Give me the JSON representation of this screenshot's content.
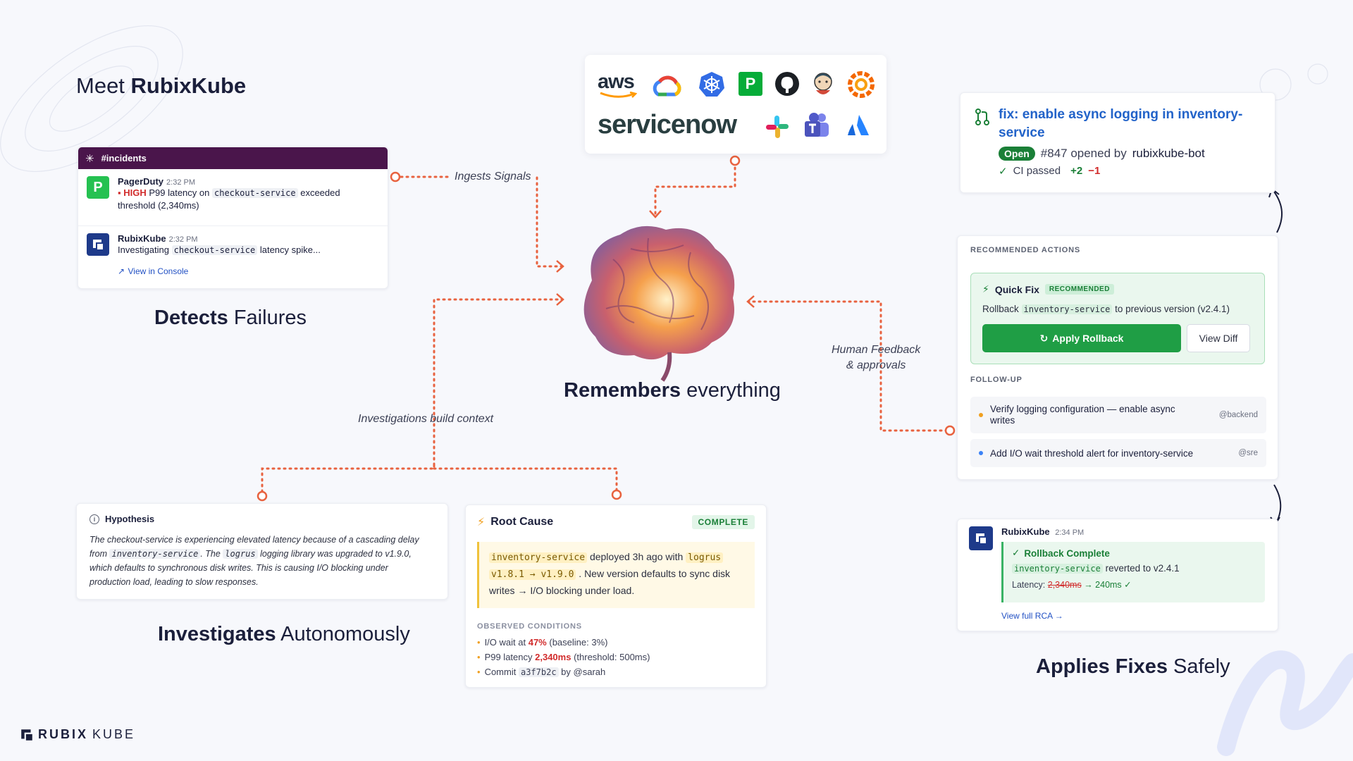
{
  "title": {
    "prefix": "Meet",
    "brand": "RubixKube"
  },
  "slack": {
    "channel": "#incidents",
    "messages": [
      {
        "name": "PagerDuty",
        "time": "2:32 PM",
        "severity": "HIGH",
        "text_a": "P99 latency on",
        "code": "checkout-service",
        "text_b": "exceeded",
        "text_c": "threshold (2,340ms)"
      },
      {
        "name": "RubixKube",
        "time": "2:32 PM",
        "text_a": "Investigating",
        "code": "checkout-service",
        "text_b": "latency spike...",
        "link": "View in Console"
      }
    ]
  },
  "labels": {
    "detects": {
      "bold": "Detects",
      "rest": "Failures"
    },
    "remembers": {
      "bold": "Remembers",
      "rest": "everything"
    },
    "investigates": {
      "bold": "Investigates",
      "rest": "Autonomously"
    },
    "applies": {
      "bold": "Applies Fixes",
      "rest": "Safely"
    }
  },
  "flow": {
    "ingests": "Ingests Signals",
    "investigations": "Investigations build context",
    "human_1": "Human Feedback",
    "human_2": "& approvals"
  },
  "logos": [
    "aws",
    "google-cloud",
    "kubernetes",
    "pagerduty",
    "github",
    "jenkins",
    "grafana",
    "servicenow",
    "slack",
    "microsoft-teams",
    "atlassian"
  ],
  "logo_text": {
    "aws": "aws",
    "servicenow": "servicenow",
    "pd": "P"
  },
  "pr": {
    "title": "fix: enable async logging in inventory-service",
    "status": "Open",
    "meta": "#847 opened by",
    "author": "rubixkube-bot",
    "ci": "CI passed",
    "adds": "+2",
    "dels": "−1"
  },
  "actions": {
    "header": "RECOMMENDED ACTIONS",
    "quick_fix": "Quick Fix",
    "badge": "RECOMMENDED",
    "desc_a": "Rollback",
    "desc_code": "inventory-service",
    "desc_b": "to previous version (v2.4.1)",
    "apply": "Apply Rollback",
    "diff": "View Diff",
    "followup_header": "FOLLOW-UP",
    "followups": [
      {
        "text": "Verify logging configuration — enable async writes",
        "who": "@backend",
        "color": "#f0a020"
      },
      {
        "text": "Add I/O wait threshold alert for inventory-service",
        "who": "@sre",
        "color": "#3b82f6"
      }
    ]
  },
  "rollback": {
    "name": "RubixKube",
    "time": "2:34 PM",
    "title": "Rollback Complete",
    "service": "inventory-service",
    "reverted": "reverted to v2.4.1",
    "latency_label": "Latency:",
    "latency_old": "2,340ms",
    "latency_new": "→ 240ms ✓",
    "link": "View full RCA →"
  },
  "hypothesis": {
    "title": "Hypothesis",
    "t1": "The checkout-service is experiencing elevated latency because of a cascading delay",
    "t2": "from",
    "c1": "inventory-service",
    "t3": ". The",
    "c2": "logrus",
    "t4": "logging library was upgraded to v1.9.0,",
    "t5": "which defaults to synchronous disk writes. This is causing I/O blocking under",
    "t6": "production load, leading to slow responses."
  },
  "root_cause": {
    "title": "Root Cause",
    "status": "COMPLETE",
    "c1": "inventory-service",
    "t1": "deployed 3h ago with",
    "c2": "logrus",
    "c3": "v1.8.1 → v1.9.0",
    "t2": ". New version defaults to sync disk",
    "t3": "writes → I/O blocking under load.",
    "obs_header": "OBSERVED CONDITIONS",
    "obs": [
      {
        "a": "I/O wait at",
        "v": "47%",
        "b": "(baseline: 3%)"
      },
      {
        "a": "P99 latency",
        "v": "2,340ms",
        "b": "(threshold: 500ms)"
      },
      {
        "a": "Commit",
        "code": "a3f7b2c",
        "b": "by @sarah"
      }
    ]
  },
  "footer_logo": {
    "a": "RUBIX",
    "b": "KUBE"
  },
  "colors": {
    "accent": "#e8623f",
    "slack": "#4a154b",
    "green": "#1f9e45",
    "link": "#2263c9"
  }
}
